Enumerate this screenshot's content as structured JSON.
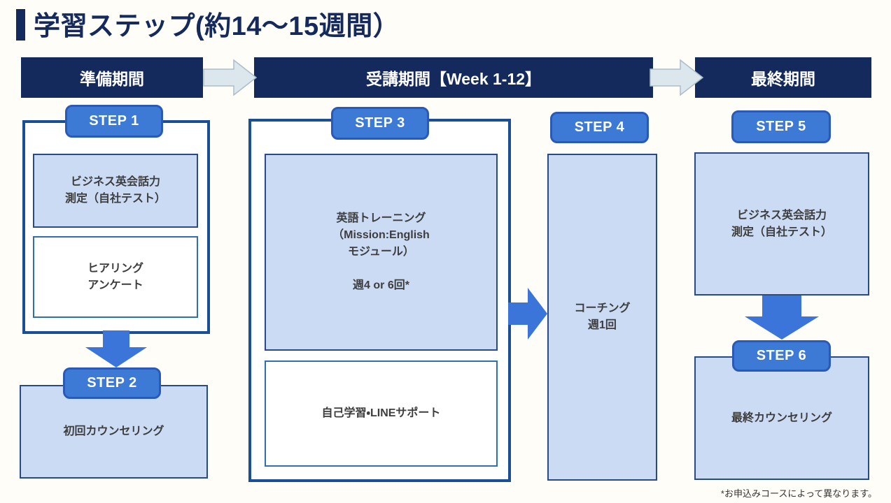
{
  "page": {
    "title": "学習ステップ(約14〜15週間）",
    "footnote": "*お申込みコースによって異なります。"
  },
  "phases": {
    "preparation": "準備期間",
    "course": "受講期間【Week 1-12】",
    "final": "最終期間"
  },
  "steps": {
    "s1": "STEP 1",
    "s2": "STEP 2",
    "s3": "STEP 3",
    "s4": "STEP 4",
    "s5": "STEP 5",
    "s6": "STEP 6"
  },
  "boxes": {
    "skill_test_initial": "ビジネス英会話力\n測定（自社テスト）",
    "hearing_survey": "ヒアリング\nアンケート",
    "initial_counseling": "初回カウンセリング",
    "english_training": "英語トレーニング\n（Mission:English\nモジュール）\n\n週4 or 6回*",
    "self_study": "自己学習・LINEサポート",
    "coaching": "コーチング\n週1回",
    "skill_test_final": "ビジネス英会話力\n測定（自社テスト）",
    "final_counseling": "最終カウンセリング"
  },
  "colors": {
    "navy": "#142a5c",
    "badge_fill": "#3d7ad6",
    "badge_border": "#2a5ab8",
    "light_box_fill": "#cbdbf4",
    "light_box_border": "#2a4a86",
    "white_box_border": "#2e6fb4",
    "container_border": "#1a4f96",
    "arrow_blue": "#3b75da",
    "phase_arrow_fill": "#dce6ed",
    "phase_arrow_border": "#a9bdca",
    "text_dark": "#3d3d3d"
  }
}
